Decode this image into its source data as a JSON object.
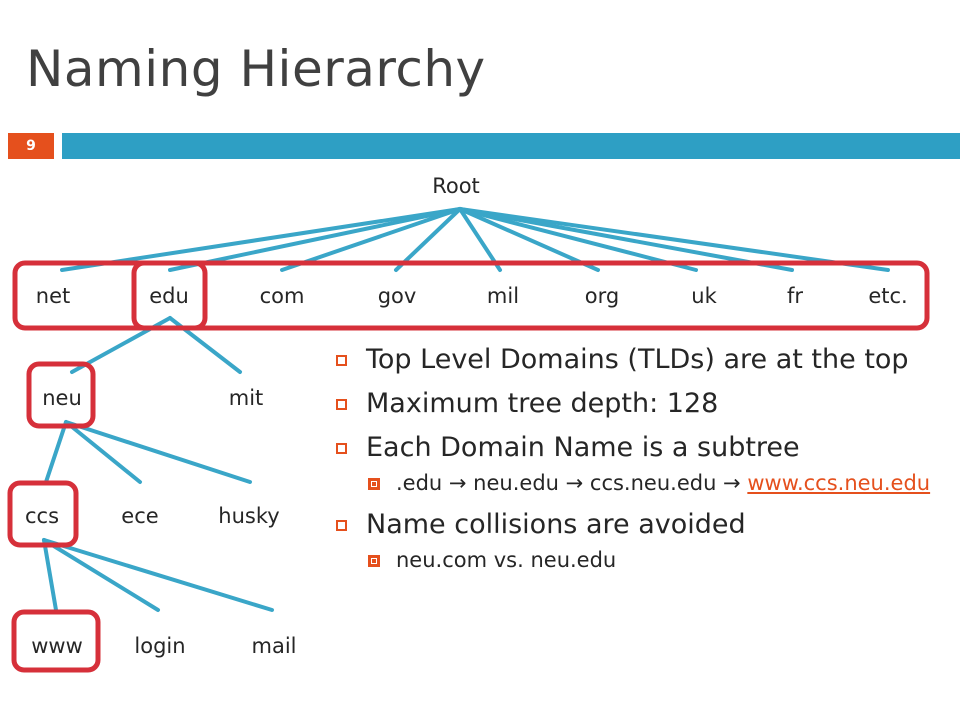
{
  "slide": {
    "title": "Naming Hierarchy",
    "page_number": "9"
  },
  "tree": {
    "root": "Root",
    "tlds": [
      "net",
      "edu",
      "com",
      "gov",
      "mil",
      "org",
      "uk",
      "fr",
      "etc."
    ],
    "edu_children": [
      "neu",
      "mit"
    ],
    "neu_children": [
      "ccs",
      "ece",
      "husky"
    ],
    "ccs_children": [
      "www",
      "login",
      "mail"
    ]
  },
  "bullets": {
    "b1": "Top Level Domains (TLDs) are at the top",
    "b2": "Maximum tree depth: 128",
    "b3": "Each Domain Name is a subtree",
    "b3_sub_prefix": ".edu → neu.edu → ccs.neu.edu → ",
    "b3_sub_link": "www.ccs.neu.edu",
    "b4": "Name collisions are avoided",
    "b4_sub": "neu.com vs. neu.edu"
  },
  "colors": {
    "accent_orange": "#e5501d",
    "bar_blue": "#2e9fc4",
    "line_blue": "#3aa6c8",
    "highlight_red": "#d6303a"
  }
}
